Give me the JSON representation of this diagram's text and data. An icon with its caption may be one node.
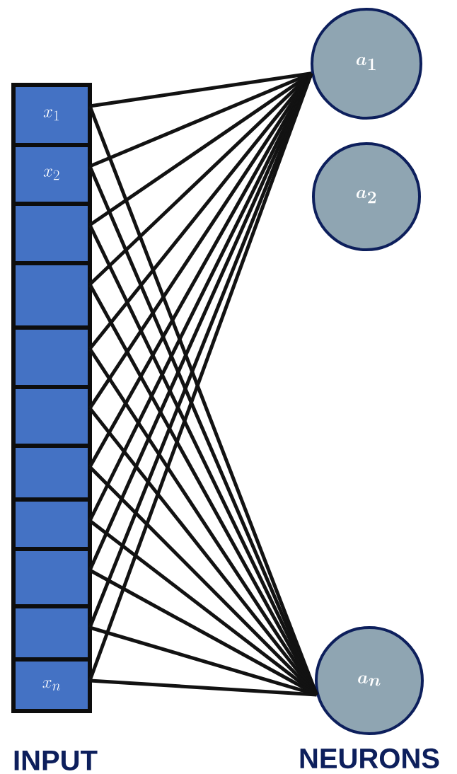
{
  "diagram": {
    "nodes": [
      {
        "text": [
          "x_1"
        ]
      },
      {
        "text": [
          "x_2"
        ]
      },
      {
        "text": [],
        "shape": "box"
      },
      {
        "text": [],
        "shape": "box"
      },
      {
        "text": [],
        "shape": "box"
      },
      {
        "text": [],
        "shape": "box"
      },
      {
        "text": [],
        "shape": "box"
      },
      {
        "text": [],
        "shape": "box"
      },
      {
        "text": [],
        "shape": "box"
      },
      {
        "text": [],
        "shape": "box"
      },
      {
        "text": [
          "x_n"
        ]
      },
      {
        "text": [
          "a_1"
        ]
      },
      {
        "text": [
          "a_2"
        ]
      },
      {
        "text": [
          "a_n"
        ]
      }
    ],
    "edges": [
      {
        "from": 0,
        "to": 11,
        "arrow": "none"
      },
      {
        "from": 0,
        "to": 13,
        "arrow": "none"
      },
      {
        "from": 1,
        "to": 11,
        "arrow": "none"
      },
      {
        "from": 1,
        "to": 13,
        "arrow": "none"
      },
      {
        "from": 2,
        "to": 11,
        "arrow": "none"
      },
      {
        "from": 2,
        "to": 13,
        "arrow": "none"
      },
      {
        "from": 3,
        "to": 11,
        "arrow": "none"
      },
      {
        "from": 3,
        "to": 13,
        "arrow": "none"
      },
      {
        "from": 4,
        "to": 11,
        "arrow": "none"
      },
      {
        "from": 4,
        "to": 13,
        "arrow": "none"
      },
      {
        "from": 5,
        "to": 11,
        "arrow": "none"
      },
      {
        "from": 5,
        "to": 13,
        "arrow": "none"
      },
      {
        "from": 6,
        "to": 11,
        "arrow": "none"
      },
      {
        "from": 6,
        "to": 13,
        "arrow": "none"
      },
      {
        "from": 7,
        "to": 11,
        "arrow": "none"
      },
      {
        "from": 7,
        "to": 13,
        "arrow": "none"
      },
      {
        "from": 8,
        "to": 11,
        "arrow": "none"
      },
      {
        "from": 8,
        "to": 13,
        "arrow": "none"
      },
      {
        "from": 9,
        "to": 11,
        "arrow": "none"
      },
      {
        "from": 9,
        "to": 13,
        "arrow": "none"
      },
      {
        "from": 10,
        "to": 11,
        "arrow": "none"
      },
      {
        "from": 10,
        "to": 13,
        "arrow": "none"
      }
    ],
    "labels": [
      "INPUT",
      "NEURONS"
    ]
  }
}
